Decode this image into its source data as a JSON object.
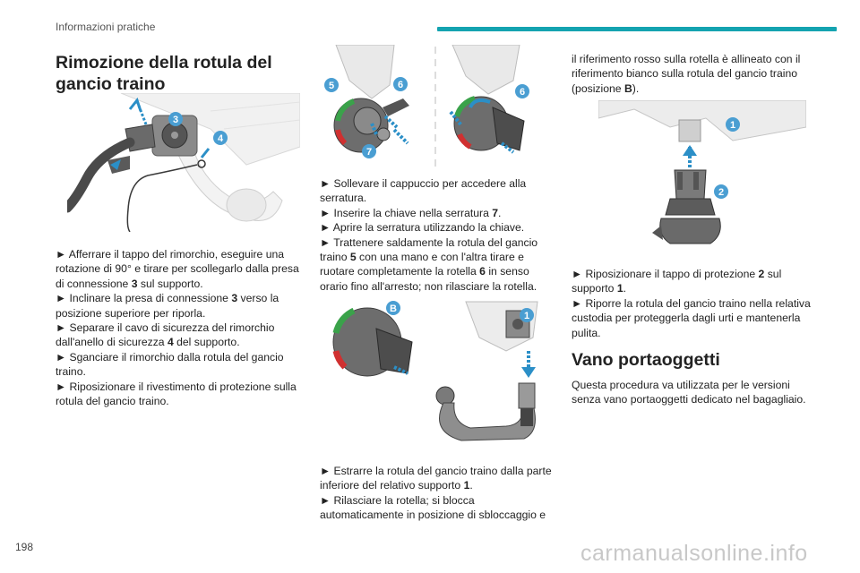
{
  "header": {
    "section": "Informazioni pratiche"
  },
  "page_number": "198",
  "watermark": "carmanualsonline.info",
  "col1": {
    "title": "Rimozione della rotula del gancio traino",
    "steps": [
      [
        "► Afferrare il tappo del rimorchio, eseguire una rotazione di 90° e tirare per scollegarlo dalla presa di connessione ",
        "3",
        " sul supporto."
      ],
      [
        "► Inclinare la presa di connessione ",
        "3",
        " verso la posizione superiore per riporla."
      ],
      [
        "► Separare il cavo di sicurezza del rimorchio dall'anello di sicurezza ",
        "4",
        " del supporto."
      ],
      [
        "► Sganciare il rimorchio dalla rotula del gancio traino.",
        "",
        ""
      ],
      [
        "► Riposizionare il rivestimento di protezione sulla rotula del gancio traino.",
        "",
        ""
      ]
    ],
    "fig_labels": [
      "3",
      "4"
    ]
  },
  "col2": {
    "fig1_labels": [
      "5",
      "6",
      "7",
      "6"
    ],
    "steps_a": [
      [
        "► Sollevare il cappuccio per accedere alla serratura.",
        "",
        ""
      ],
      [
        "► Inserire la chiave nella serratura ",
        "7",
        "."
      ],
      [
        "► Aprire la serratura utilizzando la chiave.",
        "",
        ""
      ],
      [
        "► Trattenere saldamente la rotula del gancio traino ",
        "5",
        " con una mano e con l'altra tirare e ruotare completamente la rotella ",
        "6",
        " in senso orario fino all'arresto; non rilasciare la rotella."
      ]
    ],
    "fig2_labels": [
      "B",
      "1"
    ],
    "steps_b": [
      [
        "► Estrarre la rotula del gancio traino dalla parte inferiore del relativo supporto ",
        "1",
        "."
      ],
      [
        "► Rilasciare la rotella; si blocca automaticamente in posizione di sbloccaggio e",
        "",
        ""
      ]
    ]
  },
  "col3": {
    "intro": [
      "il riferimento rosso sulla rotella è allineato con il riferimento bianco sulla rotula del gancio traino (posizione ",
      "B",
      ")."
    ],
    "fig_labels": [
      "1",
      "2"
    ],
    "steps": [
      [
        "► Riposizionare il tappo di protezione ",
        "2",
        " sul supporto ",
        "1",
        "."
      ],
      [
        "► Riporre la rotula del gancio traino nella relativa custodia per proteggerla dagli urti e mantenerla pulita.",
        "",
        ""
      ]
    ],
    "title2": "Vano portaoggetti",
    "para2": "Questa procedura va utilizzata per le versioni senza vano portaoggetti dedicato nel bagagliaio."
  },
  "colors": {
    "accent": "#14a3b0",
    "arrow": "#2b8fc7",
    "badge": "#4a9ed2",
    "red": "#d03030",
    "green": "#3aa24a"
  }
}
